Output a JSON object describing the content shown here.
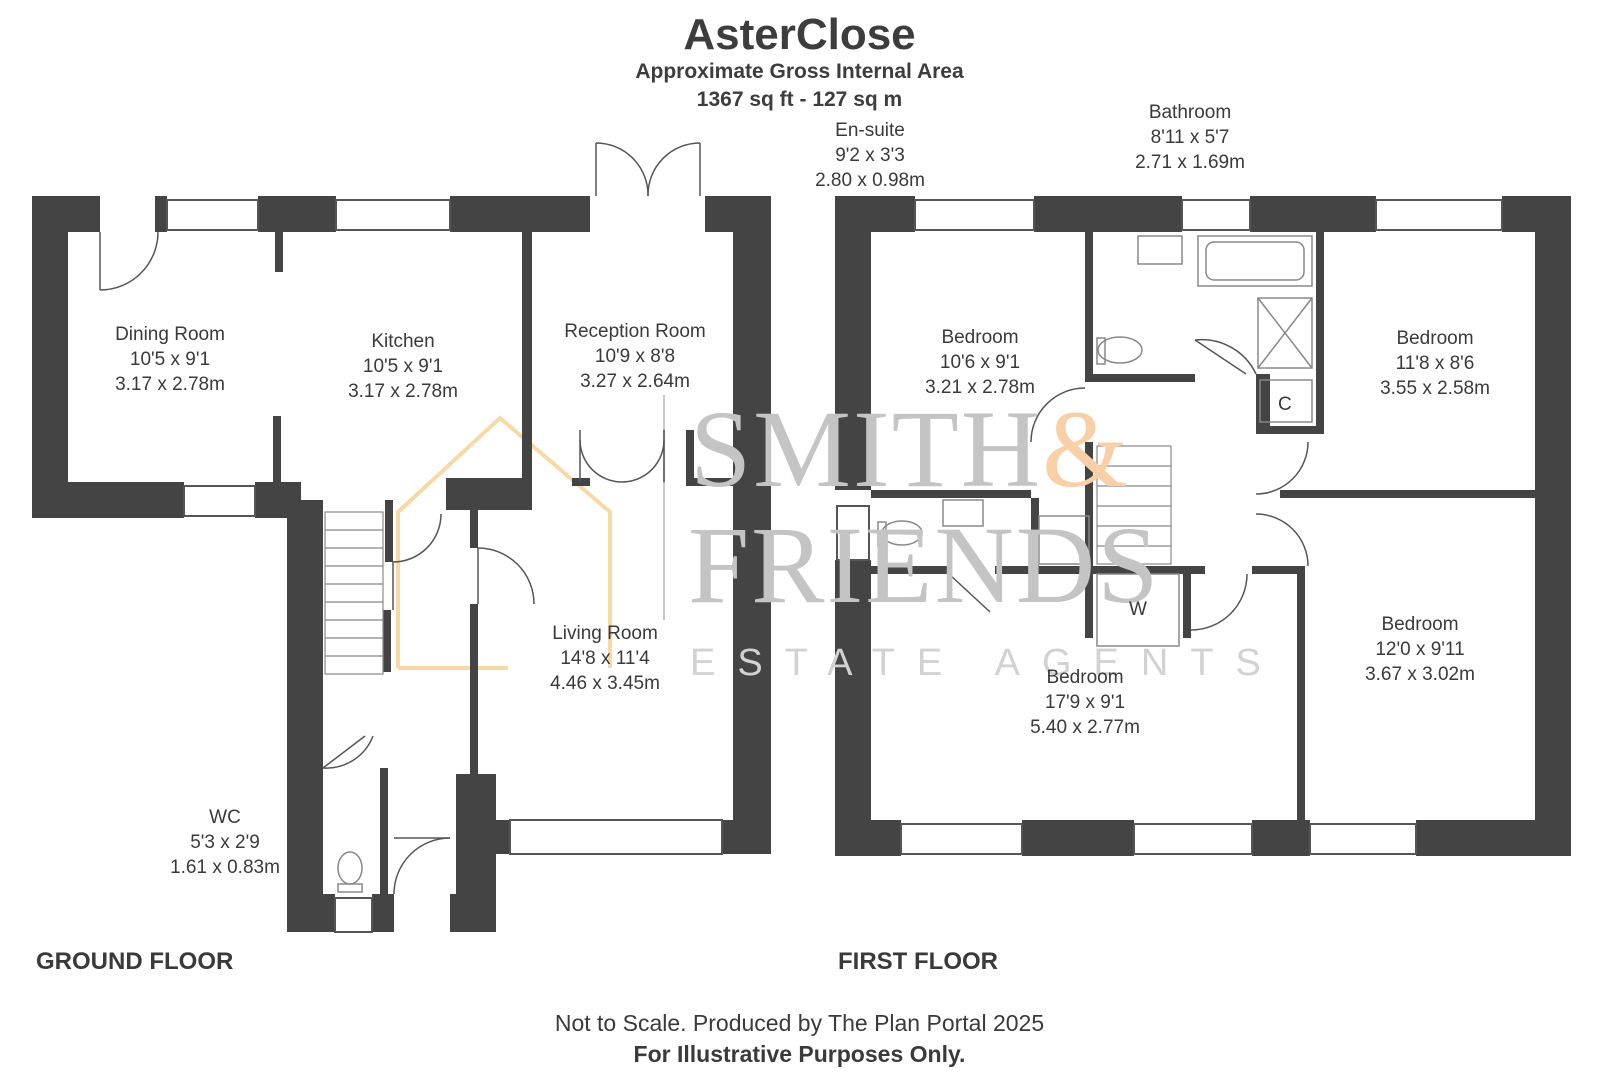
{
  "header": {
    "title": "AsterClose",
    "area_label": "Approximate Gross Internal Area",
    "area_value": "1367 sq ft - 127 sq m"
  },
  "ground_floor": {
    "label": "GROUND FLOOR",
    "rooms": [
      {
        "name": "Dining Room",
        "imperial": "10'5 x 9'1",
        "metric": "3.17 x 2.78m"
      },
      {
        "name": "Kitchen",
        "imperial": "10'5 x 9'1",
        "metric": "3.17 x 2.78m"
      },
      {
        "name": "Reception Room",
        "imperial": "10'9 x 8'8",
        "metric": "3.27 x 2.64m"
      },
      {
        "name": "Living Room",
        "imperial": "14'8 x 11'4",
        "metric": "4.46 x 3.45m"
      },
      {
        "name": "WC",
        "imperial": "5'3 x 2'9",
        "metric": "1.61 x 0.83m"
      }
    ]
  },
  "first_floor": {
    "label": "FIRST FLOOR",
    "rooms": [
      {
        "name": "En-suite",
        "imperial": "9'2 x 3'3",
        "metric": "2.80 x 0.98m"
      },
      {
        "name": "Bathroom",
        "imperial": "8'11 x 5'7",
        "metric": "2.71 x 1.69m"
      },
      {
        "name": "Bedroom",
        "imperial": "10'6 x 9'1",
        "metric": "3.21 x 2.78m"
      },
      {
        "name": "Bedroom",
        "imperial": "11'8 x 8'6",
        "metric": "3.55 x 2.58m"
      },
      {
        "name": "Bedroom",
        "imperial": "17'9 x 9'1",
        "metric": "5.40 x 2.77m"
      },
      {
        "name": "Bedroom",
        "imperial": "12'0 x 9'11",
        "metric": "3.67 x 3.02m"
      }
    ],
    "cupboard_label": "C",
    "wardrobe_label": "W"
  },
  "watermark": {
    "line1": "SMITH",
    "ampersand": "&",
    "line2": "FRIENDS",
    "line3": "ESTATE AGENTS"
  },
  "footer": {
    "line1": "Not to Scale. Produced by The Plan Portal 2025",
    "line2": "For Illustrative Purposes Only."
  },
  "colors": {
    "wall": "#444444",
    "fixture": "#888888",
    "watermark_house": "#f7d9a6",
    "watermark_ampersand": "#f8cfa6",
    "watermark_text": "#c4c4c4"
  }
}
